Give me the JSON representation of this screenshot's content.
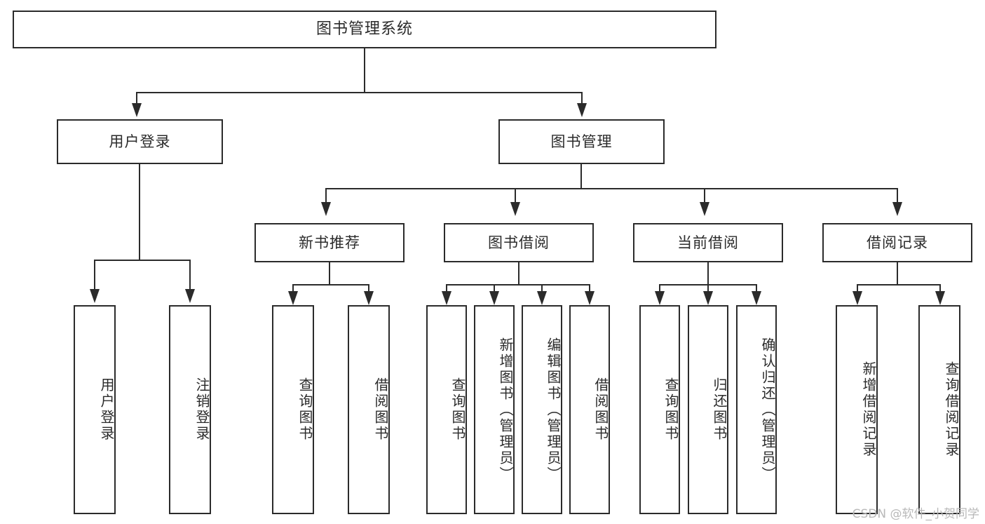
{
  "diagram": {
    "type": "tree",
    "title": "图书管理系统",
    "root": {
      "label": "图书管理系统"
    },
    "level2": [
      {
        "label": "用户登录"
      },
      {
        "label": "图书管理"
      }
    ],
    "level3": [
      {
        "label": "新书推荐"
      },
      {
        "label": "图书借阅"
      },
      {
        "label": "当前借阅"
      },
      {
        "label": "借阅记录"
      }
    ],
    "leaves": {
      "user_login": [
        {
          "label": "用户登录"
        },
        {
          "label": "注销登录"
        }
      ],
      "new_book_recommend": [
        {
          "label": "查询图书"
        },
        {
          "label": "借阅图书"
        }
      ],
      "book_borrow": [
        {
          "label": "查询图书"
        },
        {
          "label": "新增图书（管理员）"
        },
        {
          "label": "编辑图书（管理员）"
        },
        {
          "label": "借阅图书"
        }
      ],
      "current_borrow": [
        {
          "label": "查询图书"
        },
        {
          "label": "归还图书"
        },
        {
          "label": "确认归还（管理员）"
        }
      ],
      "borrow_record": [
        {
          "label": "新增借阅记录"
        },
        {
          "label": "查询借阅记录"
        }
      ]
    }
  },
  "watermark": {
    "text": "CSDN @软件_小贺同学"
  },
  "colors": {
    "stroke": "#2b2b2b",
    "background": "#ffffff",
    "watermark": "#b9b9b9"
  }
}
